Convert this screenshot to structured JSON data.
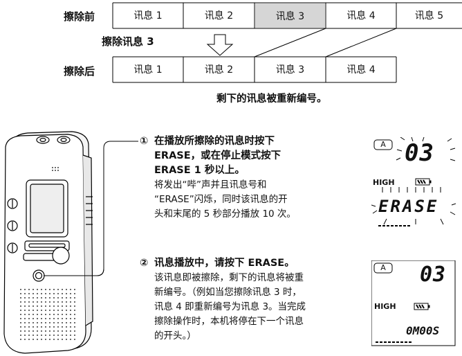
{
  "diagram": {
    "before_label": "擦除前",
    "erase_label": "擦除讯息 3",
    "after_label": "擦除后",
    "caption": "剩下的讯息被重新编号。",
    "before_cells": [
      "讯息 1",
      "讯息 2",
      "讯息 3",
      "讯息 4",
      "讯息 5"
    ],
    "after_cells": [
      "讯息 1",
      "讯息 2",
      "讯息 3",
      "讯息 4"
    ]
  },
  "steps": [
    {
      "number": "①",
      "title_lines": [
        "在播放所擦除的讯息时按下",
        "ERASE，或在停止模式按下",
        "ERASE 1 秒以上。"
      ],
      "body_lines": [
        "将发出“哔”声并且讯息号和",
        "“ERASE”闪烁，同时该讯息的开",
        "头和末尾的 5 秒部分播放 10 次。"
      ]
    },
    {
      "number": "②",
      "title_lines": [
        "讯息播放中，请按下 ERASE。"
      ],
      "body_lines": [
        "该讯息即被擦除，剩下的讯息将被重",
        "新编号。（例如当您擦除讯息 3 时，",
        "讯息 4 即重新编号为讯息 3。当完成",
        "擦除操作时，本机将停在下一个讯息",
        "的开头。）"
      ]
    }
  ],
  "lcd1": {
    "folder": "A",
    "number": "03",
    "quality": "HIGH",
    "text": "ERASE"
  },
  "lcd2": {
    "folder": "A",
    "number": "03",
    "quality": "HIGH",
    "time": "0M00S"
  }
}
